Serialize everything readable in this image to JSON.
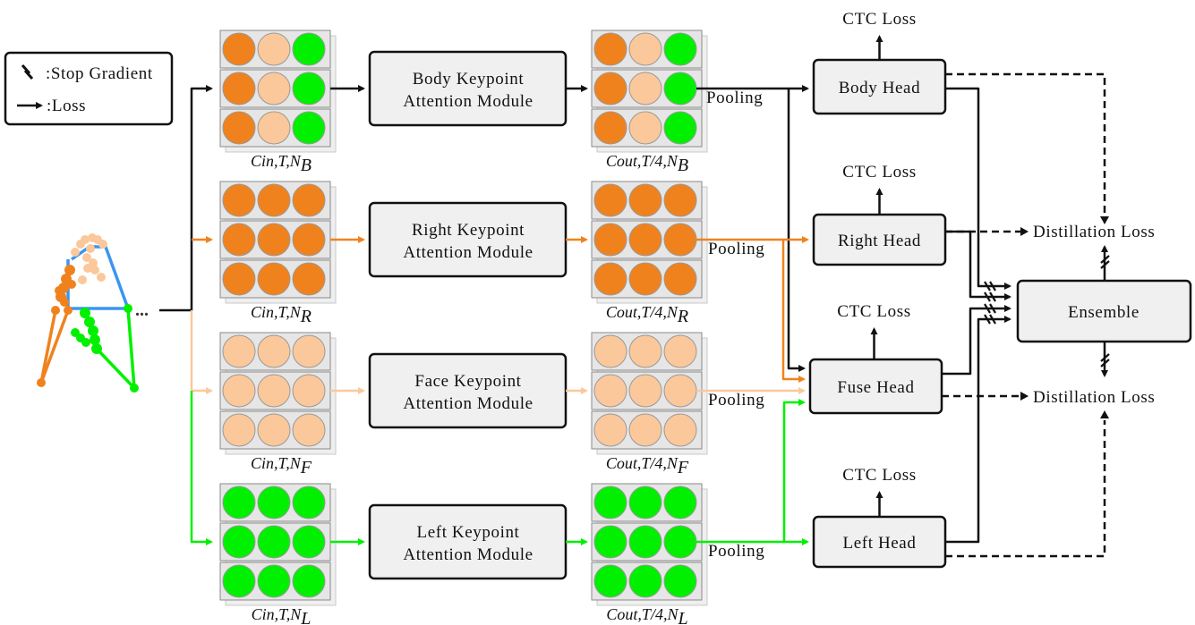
{
  "legend": {
    "stop_gradient_label": ":Stop Gradient",
    "loss_label": ":Loss",
    "stop_gradient_icon": "double-slash-icon",
    "loss_icon": "arrow-right-icon"
  },
  "colors": {
    "body": "#000000",
    "right": "#f0821e",
    "face": "#fbc89b",
    "left": "#00f000",
    "skeleton_body": "#3a96f0",
    "box_fill": "#f0f0f0",
    "tensor_fill": "#e6e6e6"
  },
  "input": {
    "ellipsis": "..."
  },
  "branches": [
    {
      "id": "body",
      "input_label": {
        "main": "Cin,T,N",
        "sub": "B"
      },
      "module_line1": "Body Keypoint",
      "module_line2": "Attention Module",
      "output_label": {
        "main": "Cout,T/4,N",
        "sub": "B"
      },
      "pooling_label": "Pooling",
      "head_label": "Body Head",
      "ctc_label": "CTC Loss",
      "node_colors": [
        "#f0821e",
        "#fbc89b",
        "#00f000"
      ]
    },
    {
      "id": "right",
      "input_label": {
        "main": "Cin,T,N",
        "sub": "R"
      },
      "module_line1": "Right Keypoint",
      "module_line2": "Attention Module",
      "output_label": {
        "main": "Cout,T/4,N",
        "sub": "R"
      },
      "pooling_label": "Pooling",
      "head_label": "Right Head",
      "ctc_label": "CTC Loss",
      "node_colors": [
        "#f0821e",
        "#f0821e",
        "#f0821e"
      ]
    },
    {
      "id": "face",
      "input_label": {
        "main": "Cin,T,N",
        "sub": "F"
      },
      "module_line1": "Face Keypoint",
      "module_line2": "Attention Module",
      "output_label": {
        "main": "Cout,T/4,N",
        "sub": "F"
      },
      "pooling_label": "Pooling",
      "head_label": "Fuse Head",
      "ctc_label": "CTC Loss",
      "node_colors": [
        "#fbc89b",
        "#fbc89b",
        "#fbc89b"
      ]
    },
    {
      "id": "left",
      "input_label": {
        "main": "Cin,T,N",
        "sub": "L"
      },
      "module_line1": "Left  Keypoint",
      "module_line2": "Attention Module",
      "output_label": {
        "main": "Cout,T/4,N",
        "sub": "L"
      },
      "pooling_label": "Pooling",
      "head_label": "Left Head",
      "ctc_label": "CTC Loss",
      "node_colors": [
        "#00f000",
        "#00f000",
        "#00f000"
      ]
    }
  ],
  "ensemble": {
    "label": "Ensemble"
  },
  "distillation": {
    "top_label": "Distillation Loss",
    "bottom_label": "Distillation Loss"
  }
}
